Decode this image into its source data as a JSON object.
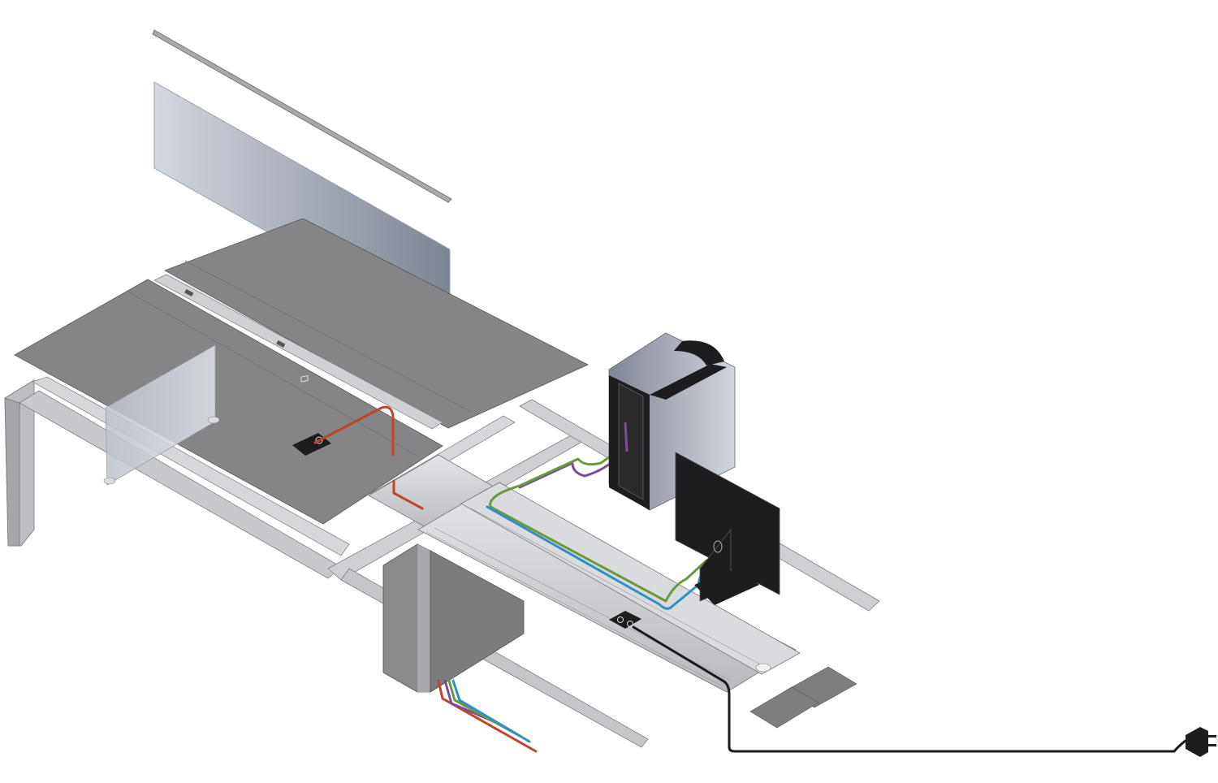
{
  "diagram": {
    "kind": "exploded isometric illustration",
    "parts": [
      {
        "id": "screen-top-rail",
        "icon": "rail-icon"
      },
      {
        "id": "privacy-screen-panel",
        "icon": "glass-panel-icon"
      },
      {
        "id": "desktop-rear-panel",
        "icon": "desktop-icon"
      },
      {
        "id": "desktop-front-panel",
        "icon": "desktop-icon"
      },
      {
        "id": "modesty-panel",
        "icon": "glass-panel-icon"
      },
      {
        "id": "desk-frame",
        "icon": "frame-icon"
      },
      {
        "id": "cable-trays",
        "icon": "tray-icon"
      },
      {
        "id": "vertical-cable-spine",
        "icon": "spine-icon"
      },
      {
        "id": "desk-power-module",
        "icon": "power-module-icon"
      },
      {
        "id": "tray-socket-module",
        "icon": "socket-icon"
      },
      {
        "id": "computer-tower",
        "icon": "computer-tower-icon"
      },
      {
        "id": "monitor",
        "icon": "monitor-icon"
      },
      {
        "id": "tray-end-covers",
        "icon": "cover-icon"
      },
      {
        "id": "mains-plug",
        "icon": "plug-icon"
      }
    ],
    "cables": [
      {
        "id": "red-cable",
        "color": "#c0452c"
      },
      {
        "id": "purple-cable",
        "color": "#7b4f92"
      },
      {
        "id": "green-cable",
        "color": "#6a9a3c"
      },
      {
        "id": "blue-cable",
        "color": "#2f8fc4"
      },
      {
        "id": "black-power-cable",
        "color": "#1a1a1a"
      }
    ],
    "colors": {
      "desktop": "#858587",
      "frame": "#bdbec2",
      "glass_light": "#d3d7de",
      "glass_dark": "#7d8593",
      "device": "#1d1d1f"
    }
  }
}
